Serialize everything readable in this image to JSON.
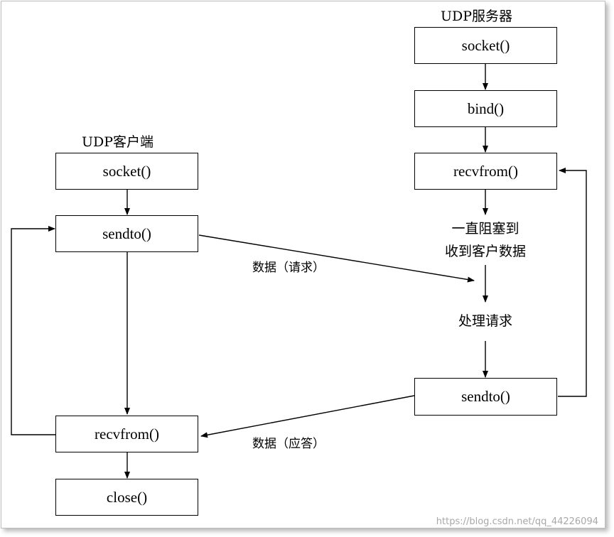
{
  "server": {
    "title": "UDP服务器",
    "socket": "socket()",
    "bind": "bind()",
    "recvfrom": "recvfrom()",
    "blocked_line1": "一直阻塞到",
    "blocked_line2": "收到客户数据",
    "process": "处理请求",
    "sendto": "sendto()"
  },
  "client": {
    "title": "UDP客户端",
    "socket": "socket()",
    "sendto": "sendto()",
    "recvfrom": "recvfrom()",
    "close": "close()"
  },
  "edges": {
    "request": "数据（请求）",
    "reply": "数据（应答）"
  },
  "watermark": "https://blog.csdn.net/qq_44226094"
}
